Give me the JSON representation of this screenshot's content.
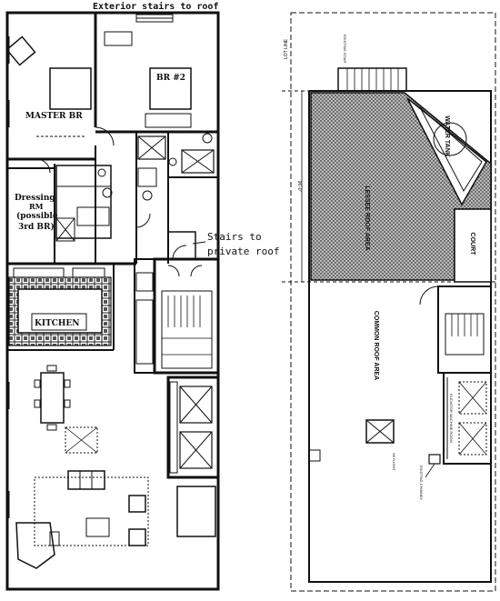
{
  "left_plan": {
    "exterior_stairs_label": "Exterior stairs to roof",
    "master_br_label": "MASTER BR",
    "br2_label": "BR #2",
    "dressing_line1": "Dressing",
    "dressing_line2": "RM",
    "dressing_line3": "(possible",
    "dressing_line4": "3rd BR)",
    "kitchen_label": "KITCHEN",
    "stairs_line1": "Stairs to",
    "stairs_line2": "private roof"
  },
  "right_plan": {
    "lot_line_label": "LOT LINE",
    "lessee_roof_label": "LESSEE ROOF AREA",
    "common_roof_label": "COMMON ROOF AREA",
    "water_tank_label": "WATER TANK",
    "court_label": "COURT",
    "existing_stair_label": "EXISTING STAIR",
    "elevator_label": "ELEVATOR MACHINE ROOM",
    "skylight_label": "SKYLIGHT",
    "chimney_label": "EXISTING CHIMNEY",
    "dim_label": "96'-0\""
  },
  "colors": {
    "ink": "#111111",
    "hatch": "#333333",
    "paper": "#ffffff"
  }
}
